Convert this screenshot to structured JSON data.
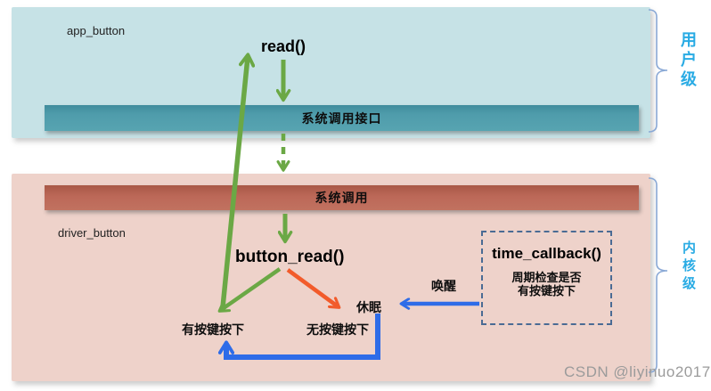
{
  "watermark": "CSDN @liyinuo2017",
  "user_level": {
    "box_label": "app_button",
    "call_label": "read()",
    "bar_label": "系统调用接口",
    "level_label": "用户级"
  },
  "kernel_level": {
    "box_label": "driver_button",
    "bar_label": "系统调用",
    "function_label": "button_read()",
    "level_label": "内核级",
    "timer_box": {
      "title": "time_callback()",
      "body_line1": "周期检查是否",
      "body_line2": "有按键按下"
    },
    "states": {
      "sleep": "休眠",
      "wake": "唤醒",
      "key_pressed": "有按键按下",
      "no_key_pressed": "无按键按下"
    }
  },
  "colors": {
    "user_box_bg": "#c6e2e6",
    "user_bar_bg": "#4f9cab",
    "kernel_box_bg": "#eed2ca",
    "kernel_bar_bg": "#bc6858",
    "arrow_green": "#6ba845",
    "arrow_orange": "#f25b2b",
    "arrow_blue": "#2e6ce8",
    "brace_blue": "#8aa9d6",
    "level_text": "#29abe4",
    "dashed_border": "#4a6b94",
    "watermark_gray": "#9b9b9b"
  }
}
